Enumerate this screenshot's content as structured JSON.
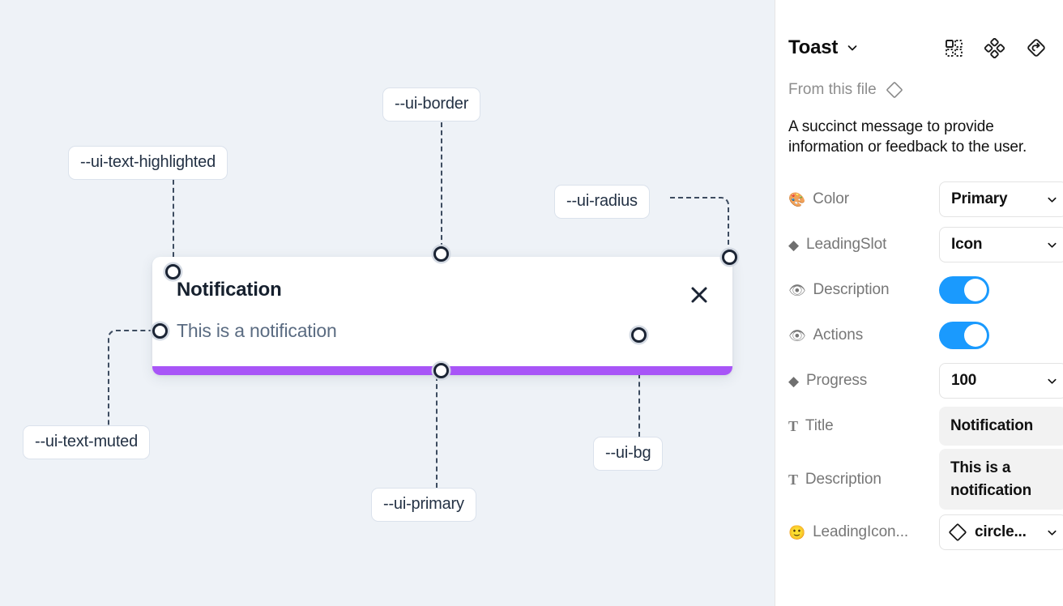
{
  "canvas": {
    "background_color": "#eef2f7",
    "toast": {
      "title": "Notification",
      "description": "This is a notification",
      "close_icon": "close-x-icon",
      "progress_color": "#a855f7",
      "card_bg": "#ffffff"
    },
    "annotations": [
      {
        "id": "ui-text-highlighted",
        "label": "--ui-text-highlighted"
      },
      {
        "id": "ui-border",
        "label": "--ui-border"
      },
      {
        "id": "ui-radius",
        "label": "--ui-radius"
      },
      {
        "id": "ui-text-muted",
        "label": "--ui-text-muted"
      },
      {
        "id": "ui-primary",
        "label": "--ui-primary"
      },
      {
        "id": "ui-bg",
        "label": "--ui-bg"
      }
    ]
  },
  "panel": {
    "title": "Toast",
    "title_caret_icon": "chevron-down-icon",
    "header_icons": [
      {
        "name": "component-grid-icon"
      },
      {
        "name": "variants-diamond-dots-icon"
      },
      {
        "name": "reset-instance-icon"
      }
    ],
    "from_file": {
      "label": "From this file",
      "icon": "diamond-outline-icon"
    },
    "component_description": "A succinct message to provide information or feedback to the user.",
    "properties": [
      {
        "name": "color",
        "icon": "palette-emoji",
        "emoji": "🎨",
        "label": "Color",
        "control": "select",
        "value": "Primary"
      },
      {
        "name": "leading-slot",
        "icon": "diamond-emoji",
        "emoji": "◆",
        "label": "LeadingSlot",
        "control": "select",
        "value": "Icon"
      },
      {
        "name": "description",
        "icon": "eye-emoji",
        "emoji": "👁",
        "label": "Description",
        "control": "toggle",
        "value": "on"
      },
      {
        "name": "actions",
        "icon": "eye-emoji",
        "emoji": "👁",
        "label": "Actions",
        "control": "toggle",
        "value": "on"
      },
      {
        "name": "progress",
        "icon": "diamond-emoji",
        "emoji": "◆",
        "label": "Progress",
        "control": "select",
        "value": "100"
      },
      {
        "name": "title",
        "icon": "text-glyph",
        "emoji": "T",
        "label": "Title",
        "control": "text",
        "value": "Notification"
      },
      {
        "name": "description-text",
        "icon": "text-glyph",
        "emoji": "T",
        "label": "Description",
        "control": "text",
        "value": "This is a notification"
      },
      {
        "name": "leading-icon",
        "icon": "smiley-emoji",
        "emoji": "🙂",
        "label": "LeadingIcon...",
        "control": "select-icon",
        "value": "circle..."
      }
    ],
    "toggle_on_color": "#1a9afe",
    "field_bg_color": "#f2f2f2"
  }
}
